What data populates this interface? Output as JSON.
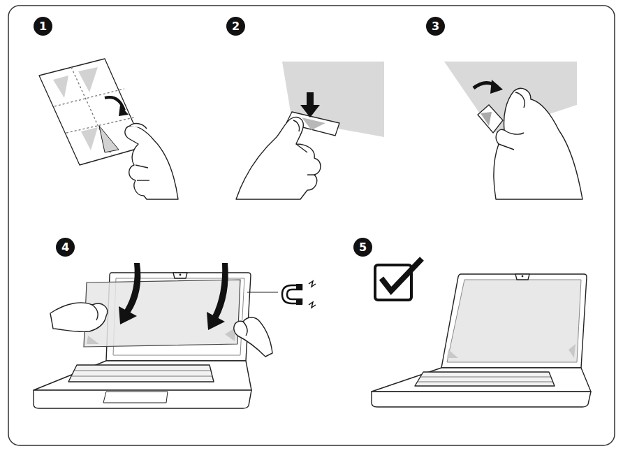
{
  "diagram": {
    "nodes": [
      {
        "text": [
          "1"
        ]
      },
      {
        "text": [
          "2"
        ]
      },
      {
        "text": [
          "3"
        ]
      },
      {
        "text": [
          "4"
        ]
      },
      {
        "text": [
          "5"
        ]
      }
    ],
    "edges": []
  }
}
